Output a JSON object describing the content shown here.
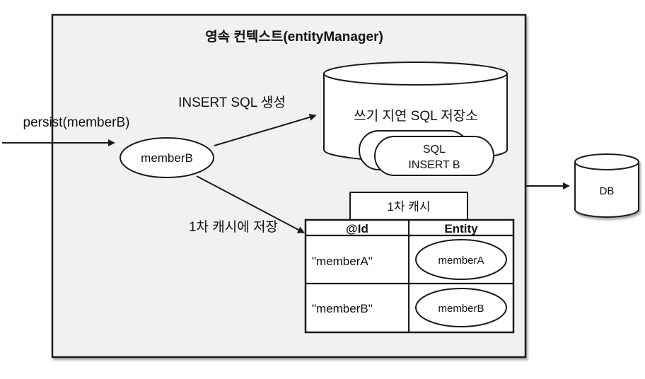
{
  "colors": {
    "background": "#ffffff",
    "box_fill": "#f1f1f1",
    "line": "#1a1a1a",
    "shape_fill": "#ffffff"
  },
  "container": {
    "title": "영속 컨텍스트(entityManager)"
  },
  "external": {
    "persist_label": "persist(memberB)",
    "db_label": "DB"
  },
  "entity": {
    "label": "memberB"
  },
  "arrow_labels": {
    "insert_sql": "INSERT SQL 생성",
    "first_cache_save": "1차 캐시에 저장"
  },
  "sql_store": {
    "title": "쓰기 지연 SQL 저장소",
    "sql_card": {
      "line1": "SQL",
      "line2": "INSERT B"
    }
  },
  "first_cache": {
    "title": "1차 캐시",
    "columns": [
      "@Id",
      "Entity"
    ],
    "rows": [
      {
        "id": "\"memberA\"",
        "entity": "memberA"
      },
      {
        "id": "\"memberB\"",
        "entity": "memberB"
      }
    ]
  }
}
